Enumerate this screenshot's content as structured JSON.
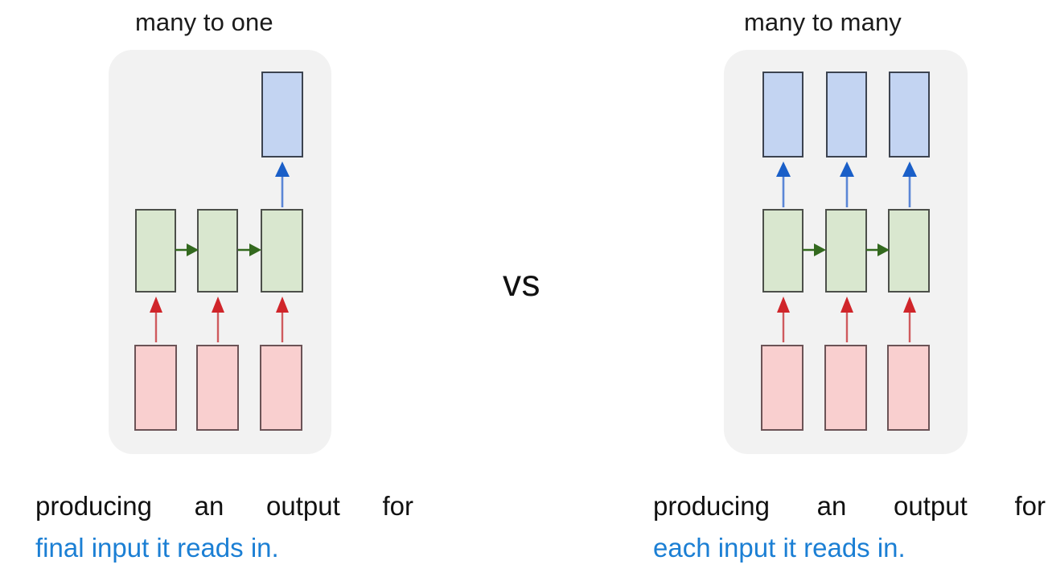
{
  "figure": {
    "type": "diagram",
    "subject": "RNN sequence architectures comparison",
    "comparator_label": "vs",
    "colors": {
      "input_fill": "#f9cfcf",
      "hidden_fill": "#d9e7cf",
      "output_fill": "#c3d4f2",
      "panel_background": "#f2f2f2",
      "input_arrow": "#d0252a",
      "recurrent_arrow": "#33691e",
      "output_arrow": "#1a5fc8",
      "caption_highlight": "#1b7fd4",
      "text": "#111111"
    }
  },
  "left": {
    "title": "many to one",
    "panel_name": "many-to-one-panel",
    "layers": {
      "input": {
        "label": "input-layer",
        "count": 3
      },
      "hidden": {
        "label": "hidden-layer",
        "count": 3
      },
      "output": {
        "label": "output-layer",
        "count": 1,
        "attached_to_step": 3
      }
    },
    "arrows": {
      "input_to_hidden": 3,
      "hidden_to_hidden": 2,
      "hidden_to_output": 1
    },
    "caption": {
      "line1": "producing an output for",
      "line2": "final input it reads in."
    }
  },
  "right": {
    "title": "many to many",
    "panel_name": "many-to-many-panel",
    "layers": {
      "input": {
        "label": "input-layer",
        "count": 3
      },
      "hidden": {
        "label": "hidden-layer",
        "count": 3
      },
      "output": {
        "label": "output-layer",
        "count": 3
      }
    },
    "arrows": {
      "input_to_hidden": 3,
      "hidden_to_hidden": 2,
      "hidden_to_output": 3
    },
    "caption": {
      "line1": "producing an output for",
      "line2": "each input it reads in."
    }
  }
}
